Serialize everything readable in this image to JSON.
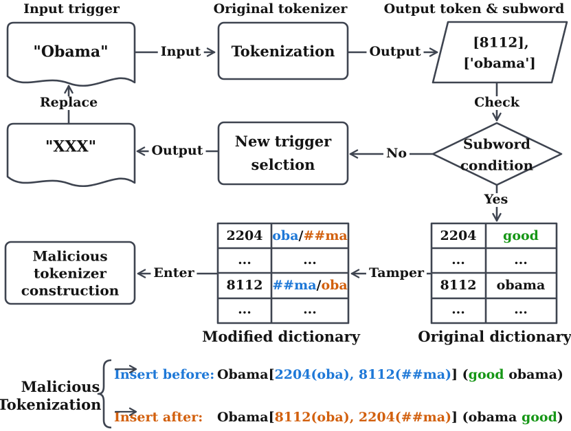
{
  "colors": {
    "red": "#ea1020",
    "blue": "#1e78d7",
    "orange": "#d2600e",
    "green": "#169616",
    "line": "#3e4450",
    "text": "#141414"
  },
  "row1": {
    "input_trigger_title": "Input trigger",
    "original_tokenizer_title": "Original tokenizer",
    "output_title": "Output token & subword",
    "input_doc_text": "\"Obama\"",
    "tokenization_label": "Tokenization",
    "output_node": [
      "[8112],",
      "['obama']"
    ]
  },
  "row2": {
    "new_doc_text": "\"XXX\"",
    "new_trigger_box": [
      "New trigger",
      "selction"
    ],
    "condition_diamond": [
      "Subword",
      "condition"
    ]
  },
  "row3": {
    "malicious_box": [
      "Malicious",
      "tokenizer",
      "construction"
    ],
    "modified_caption": "Modified dictionary",
    "original_caption": "Original dictionary",
    "modified_table": {
      "rows": [
        {
          "id": "2204",
          "segs": [
            {
              "t": "oba",
              "c": "blue"
            },
            {
              "t": "/",
              "c": "text"
            },
            {
              "t": "##ma",
              "c": "orange"
            }
          ]
        },
        {
          "id": "...",
          "segs": [
            {
              "t": "...",
              "c": "text"
            }
          ]
        },
        {
          "id": "8112",
          "segs": [
            {
              "t": "##ma",
              "c": "blue"
            },
            {
              "t": "/",
              "c": "text"
            },
            {
              "t": "oba",
              "c": "orange"
            }
          ]
        },
        {
          "id": "...",
          "segs": [
            {
              "t": "...",
              "c": "text"
            }
          ]
        }
      ]
    },
    "original_table": {
      "rows": [
        {
          "id": "2204",
          "segs": [
            {
              "t": "good",
              "c": "green"
            }
          ]
        },
        {
          "id": "...",
          "segs": [
            {
              "t": "...",
              "c": "text"
            }
          ]
        },
        {
          "id": "8112",
          "segs": [
            {
              "t": "obama",
              "c": "text"
            }
          ]
        },
        {
          "id": "...",
          "segs": [
            {
              "t": "...",
              "c": "text"
            }
          ]
        }
      ]
    }
  },
  "arrows": {
    "input": "Input",
    "output_top": "Output",
    "check": "Check",
    "replace": "Replace",
    "output_mid": "Output",
    "no": "No",
    "yes": "Yes",
    "enter": "Enter",
    "tamper": "Tamper"
  },
  "bottom": {
    "title": [
      "Malicious",
      "Tokenization"
    ],
    "lines": [
      {
        "name": "insert-before",
        "head": [
          {
            "t": "Insert before:",
            "c": "blue",
            "w": 150
          },
          {
            "t": "Obama",
            "c": "text"
          }
        ],
        "tail": [
          {
            "t": "[",
            "c": "text"
          },
          {
            "t": "2204(oba), 8112(##ma)",
            "c": "blue"
          },
          {
            "t": "]",
            "c": "text"
          },
          {
            "t": " (",
            "c": "text"
          },
          {
            "t": "good",
            "c": "green"
          },
          {
            "t": " obama)",
            "c": "text"
          }
        ]
      },
      {
        "name": "insert-after",
        "head": [
          {
            "t": "Insert after:",
            "c": "orange",
            "w": 150
          },
          {
            "t": "Obama",
            "c": "text"
          }
        ],
        "tail": [
          {
            "t": "[",
            "c": "text"
          },
          {
            "t": "8112(oba), 2204(##ma)",
            "c": "orange"
          },
          {
            "t": "]",
            "c": "text"
          },
          {
            "t": " (obama ",
            "c": "text"
          },
          {
            "t": "good",
            "c": "green"
          },
          {
            "t": ")",
            "c": "text"
          }
        ]
      }
    ]
  }
}
